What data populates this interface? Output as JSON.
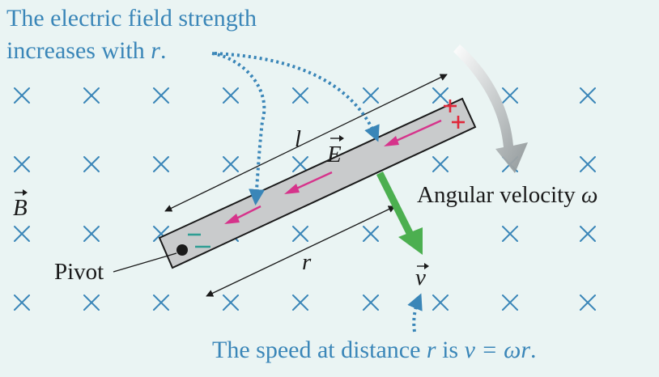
{
  "annotations": {
    "field_note_line1": "The electric field strength",
    "field_note_line2_prefix": "increases with ",
    "field_note_line2_var": "r",
    "field_note_line2_suffix": ".",
    "speed_prefix": "The speed at distance ",
    "speed_var": "r",
    "speed_mid": " is ",
    "speed_formula": "v = ωr",
    "speed_suffix": "."
  },
  "labels": {
    "length": "l",
    "radius": "r",
    "efield": "E",
    "bfield": "B",
    "velocity": "v",
    "pivot": "Pivot",
    "angular_prefix": "Angular velocity ",
    "angular_symbol": "ω"
  },
  "colors": {
    "background": "#eaf4f3",
    "annotation_blue": "#3a86b8",
    "rod_fill": "#c9cbcc",
    "arrow_magenta": "#d6338b",
    "velocity_green": "#4caf50",
    "plus_red": "#e0283a",
    "minus_teal": "#2f9e94"
  },
  "icons": {
    "pivot": "pivot-dot-icon",
    "field_marker": "cross-icon",
    "rotation": "curved-arrow-icon"
  }
}
